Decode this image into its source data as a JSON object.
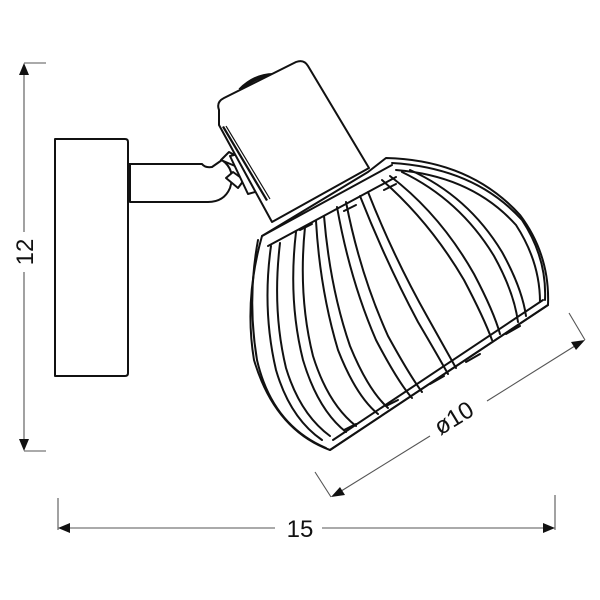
{
  "drawing": {
    "subject": "wall spotlight lamp with ribbed dome shade",
    "dimensions": {
      "height": {
        "label": "12",
        "orientation": "vertical"
      },
      "width": {
        "label": "15",
        "orientation": "horizontal"
      },
      "shade_diameter": {
        "label": "ø10",
        "orientation": "diagonal"
      }
    },
    "parts": [
      "wall-plate",
      "arm",
      "swivel-joint",
      "lamp-head",
      "ribbed-shade"
    ],
    "colors": {
      "line": "#111111",
      "dimension_line": "#555555",
      "background": "#ffffff"
    }
  }
}
